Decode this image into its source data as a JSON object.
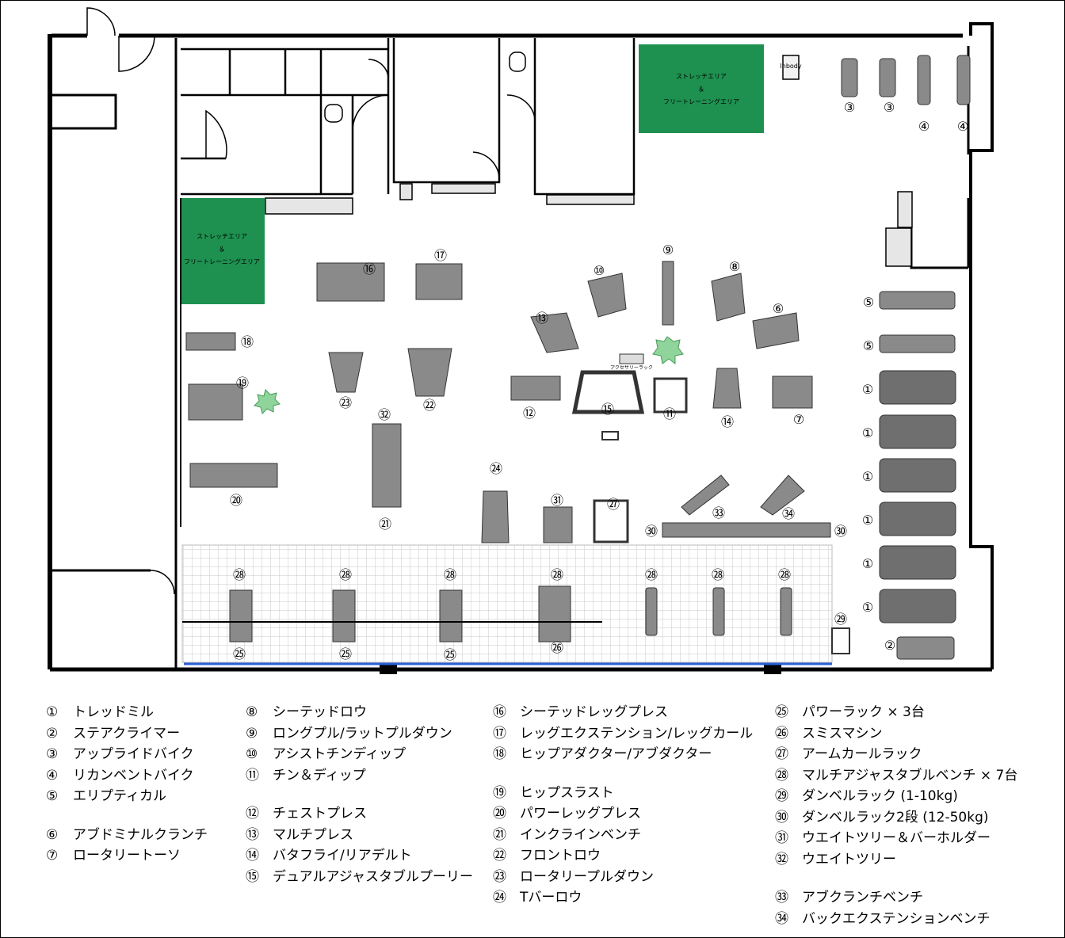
{
  "areas": {
    "stretch_top": {
      "line1": "ストレッチエリア",
      "line2": "＆",
      "line3": "フリートレーニングエリア"
    },
    "stretch_left": {
      "line1": "ストレッチエリア",
      "line2": "＆",
      "line3": "フリートレーニングエリア"
    },
    "inbody": "Inbody",
    "accessory_rack": "アクセサリーラック"
  },
  "colors": {
    "stretch_area": "#1e9150",
    "equipment": "#7a7a7a",
    "plant": "#8fd49a",
    "blue_line": "#2a5fd6",
    "grid": "#c8c8c8"
  },
  "markers": [
    {
      "id": "m3a",
      "label": "③"
    },
    {
      "id": "m3b",
      "label": "③"
    },
    {
      "id": "m4a",
      "label": "④"
    },
    {
      "id": "m4b",
      "label": "④"
    },
    {
      "id": "m5a",
      "label": "⑤"
    },
    {
      "id": "m5b",
      "label": "⑤"
    },
    {
      "id": "m1a",
      "label": "①"
    },
    {
      "id": "m1b",
      "label": "①"
    },
    {
      "id": "m1c",
      "label": "①"
    },
    {
      "id": "m1d",
      "label": "①"
    },
    {
      "id": "m1e",
      "label": "①"
    },
    {
      "id": "m1f",
      "label": "①"
    },
    {
      "id": "m2",
      "label": "②"
    },
    {
      "id": "m6",
      "label": "⑥"
    },
    {
      "id": "m7",
      "label": "⑦"
    },
    {
      "id": "m8",
      "label": "⑧"
    },
    {
      "id": "m9",
      "label": "⑨"
    },
    {
      "id": "m10",
      "label": "⑩"
    },
    {
      "id": "m11",
      "label": "⑪"
    },
    {
      "id": "m12",
      "label": "⑫"
    },
    {
      "id": "m13",
      "label": "⑬"
    },
    {
      "id": "m14",
      "label": "⑭"
    },
    {
      "id": "m15",
      "label": "⑮"
    },
    {
      "id": "m16",
      "label": "⑯"
    },
    {
      "id": "m17",
      "label": "⑰"
    },
    {
      "id": "m18",
      "label": "⑱"
    },
    {
      "id": "m19",
      "label": "⑲"
    },
    {
      "id": "m20",
      "label": "⑳"
    },
    {
      "id": "m21",
      "label": "㉑"
    },
    {
      "id": "m22",
      "label": "㉒"
    },
    {
      "id": "m23",
      "label": "㉓"
    },
    {
      "id": "m24",
      "label": "㉔"
    },
    {
      "id": "m25a",
      "label": "㉕"
    },
    {
      "id": "m25b",
      "label": "㉕"
    },
    {
      "id": "m25c",
      "label": "㉕"
    },
    {
      "id": "m26",
      "label": "㉖"
    },
    {
      "id": "m27",
      "label": "㉗"
    },
    {
      "id": "m28a",
      "label": "㉘"
    },
    {
      "id": "m28b",
      "label": "㉘"
    },
    {
      "id": "m28c",
      "label": "㉘"
    },
    {
      "id": "m28d",
      "label": "㉘"
    },
    {
      "id": "m28e",
      "label": "㉘"
    },
    {
      "id": "m28f",
      "label": "㉘"
    },
    {
      "id": "m28g",
      "label": "㉘"
    },
    {
      "id": "m29",
      "label": "㉙"
    },
    {
      "id": "m30a",
      "label": "㉚"
    },
    {
      "id": "m30b",
      "label": "㉚"
    },
    {
      "id": "m31",
      "label": "㉛"
    },
    {
      "id": "m32",
      "label": "㉜"
    },
    {
      "id": "m33",
      "label": "㉝"
    },
    {
      "id": "m34",
      "label": "㉞"
    }
  ],
  "legend": {
    "col1": [
      {
        "num": "①",
        "label": "トレッドミル"
      },
      {
        "num": "②",
        "label": "ステアクライマー"
      },
      {
        "num": "③",
        "label": "アップライドバイク"
      },
      {
        "num": "④",
        "label": "リカンベントバイク"
      },
      {
        "num": "⑤",
        "label": "エリプティカル"
      },
      {
        "gap": true
      },
      {
        "num": "⑥",
        "label": "アブドミナルクランチ"
      },
      {
        "num": "⑦",
        "label": "ロータリートーソ"
      }
    ],
    "col2": [
      {
        "num": "⑧",
        "label": "シーテッドロウ"
      },
      {
        "num": "⑨",
        "label": "ロングプル/ラットプルダウン"
      },
      {
        "num": "⑩",
        "label": "アシストチンディップ"
      },
      {
        "num": "⑪",
        "label": "チン＆ディップ"
      },
      {
        "gap": true
      },
      {
        "num": "⑫",
        "label": "チェストプレス"
      },
      {
        "num": "⑬",
        "label": "マルチプレス"
      },
      {
        "num": "⑭",
        "label": "バタフライ/リアデルト"
      },
      {
        "num": "⑮",
        "label": "デュアルアジャスタブルプーリー"
      }
    ],
    "col3": [
      {
        "num": "⑯",
        "label": "シーテッドレッグプレス"
      },
      {
        "num": "⑰",
        "label": "レッグエクステンション/レッグカール"
      },
      {
        "num": "⑱",
        "label": "ヒップアダクター/アブダクター"
      },
      {
        "gap": true
      },
      {
        "num": "⑲",
        "label": "ヒップスラスト"
      },
      {
        "num": "⑳",
        "label": "パワーレッグプレス"
      },
      {
        "num": "㉑",
        "label": "インクラインベンチ"
      },
      {
        "num": "㉒",
        "label": "フロントロウ"
      },
      {
        "num": "㉓",
        "label": "ロータリープルダウン"
      },
      {
        "num": "㉔",
        "label": "Tバーロウ"
      }
    ],
    "col4": [
      {
        "num": "㉕",
        "label": "パワーラック × 3台"
      },
      {
        "num": "㉖",
        "label": "スミスマシン"
      },
      {
        "num": "㉗",
        "label": "アームカールラック"
      },
      {
        "num": "㉘",
        "label": "マルチアジャスタブルベンチ × 7台"
      },
      {
        "num": "㉙",
        "label": "ダンベルラック (1-10kg)"
      },
      {
        "num": "㉚",
        "label": "ダンベルラック2段 (12-50kg)"
      },
      {
        "num": "㉛",
        "label": "ウエイトツリー＆バーホルダー"
      },
      {
        "num": "㉜",
        "label": "ウエイトツリー"
      },
      {
        "gap": true
      },
      {
        "num": "㉝",
        "label": "アブクランチベンチ"
      },
      {
        "num": "㉞",
        "label": "バックエクステンションベンチ"
      }
    ]
  }
}
